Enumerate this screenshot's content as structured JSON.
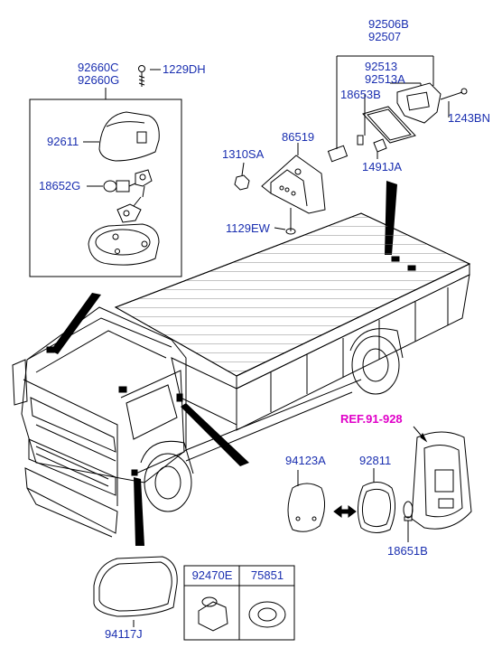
{
  "diagram": {
    "labels": {
      "p92660C": "92660C",
      "p92660G": "92660G",
      "p1229DH": "1229DH",
      "p92611": "92611",
      "p18652G": "18652G",
      "p92506B": "92506B",
      "p92507": "92507",
      "p92513": "92513",
      "p92513A": "92513A",
      "p18653B": "18653B",
      "p1243BN": "1243BN",
      "p86519": "86519",
      "p1310SA": "1310SA",
      "p1491JA": "1491JA",
      "p1129EW": "1129EW",
      "p94123A": "94123A",
      "p92811": "92811",
      "p18651B": "18651B",
      "p94117J": "94117J"
    },
    "reference": "REF.91-928",
    "table": {
      "col1": "92470E",
      "col2": "75851"
    }
  }
}
